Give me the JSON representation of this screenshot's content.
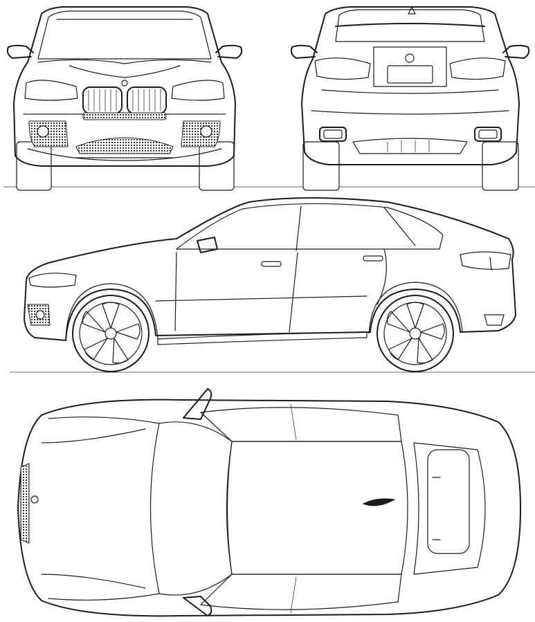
{
  "drawing": {
    "views": [
      {
        "id": "front"
      },
      {
        "id": "rear"
      },
      {
        "id": "side"
      },
      {
        "id": "top"
      }
    ],
    "line_color": "#1a1a1a",
    "background_color": "#ffffff"
  }
}
